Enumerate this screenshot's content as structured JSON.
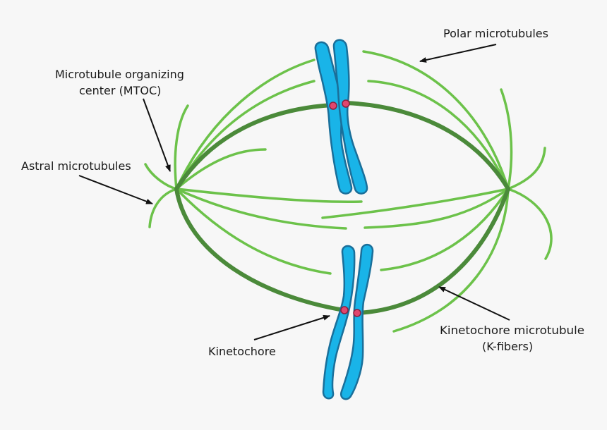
{
  "labels": {
    "polar": "Polar microtubules",
    "mtoc_line1": "Microtubule organizing",
    "mtoc_line2": "center (MTOC)",
    "astral": "Astral microtubules",
    "kinetochore": "Kinetochore",
    "kfiber_line1": "Kinetochore microtubule",
    "kfiber_line2": "(K-fibers)"
  },
  "colors": {
    "microtubule_light": "#6cc24a",
    "microtubule_dark": "#4b8a3a",
    "chromosome": "#19b4e8",
    "kinetochore": "#e1466e",
    "background": "#f7f7f7"
  }
}
